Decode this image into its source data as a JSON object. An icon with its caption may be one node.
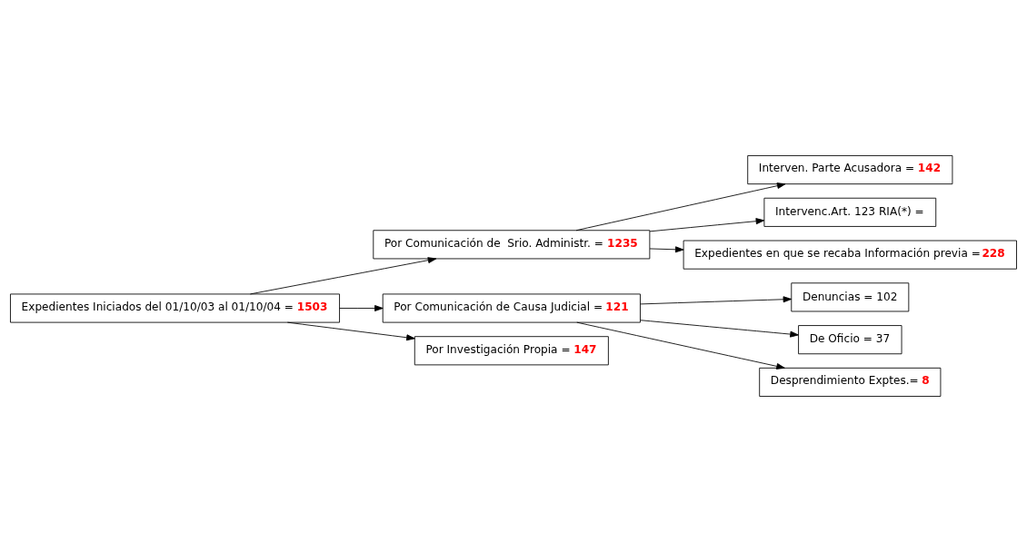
{
  "diagram": {
    "nodes": [
      {
        "text": [
          "Expedientes Iniciados del 01/10/03 al 01/10/04 =",
          "1503"
        ]
      },
      {
        "text": [
          "Por Comunicación de  Srio. Administr. =",
          "1235"
        ]
      },
      {
        "text": [
          "Por Comunicación de Causa Judicial =",
          "121"
        ]
      },
      {
        "text": [
          "Por Investigación Propia =",
          "147"
        ]
      },
      {
        "text": [
          "Interven. Parte Acusadora =",
          "142"
        ]
      },
      {
        "text": [
          "Intervenc.Art. 123 RIA(*) ="
        ]
      },
      {
        "text": [
          "Expedientes en que se recaba Información previa =",
          "228"
        ]
      },
      {
        "text": [
          "Denuncias =",
          "102"
        ]
      },
      {
        "text": [
          "De Oficio =",
          "37"
        ]
      },
      {
        "text": [
          "Desprendimiento Exptes.=",
          "8"
        ]
      }
    ],
    "edges": [
      {
        "from": 0,
        "to": 1,
        "arrow": "to"
      },
      {
        "from": 0,
        "to": 2,
        "arrow": "to"
      },
      {
        "from": 0,
        "to": 3,
        "arrow": "to"
      },
      {
        "from": 1,
        "to": 4,
        "arrow": "to"
      },
      {
        "from": 1,
        "to": 5,
        "arrow": "to"
      },
      {
        "from": 1,
        "to": 6,
        "arrow": "to"
      },
      {
        "from": 2,
        "to": 7,
        "arrow": "to"
      },
      {
        "from": 2,
        "to": 8,
        "arrow": "to"
      },
      {
        "from": 2,
        "to": 9,
        "arrow": "to"
      }
    ]
  }
}
